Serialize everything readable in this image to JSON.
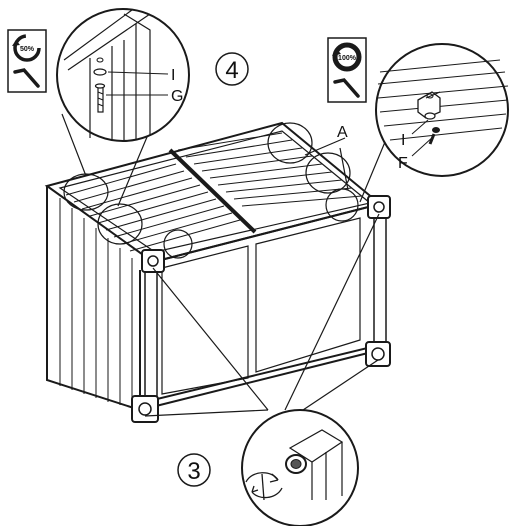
{
  "steps": {
    "step_4": "4",
    "step_3": "3"
  },
  "callouts": {
    "A": "A",
    "I_left": "I",
    "G": "G",
    "I_right": "I",
    "F": "F"
  },
  "tool_badges": {
    "left_percent": "50%",
    "right_percent": "100%"
  }
}
